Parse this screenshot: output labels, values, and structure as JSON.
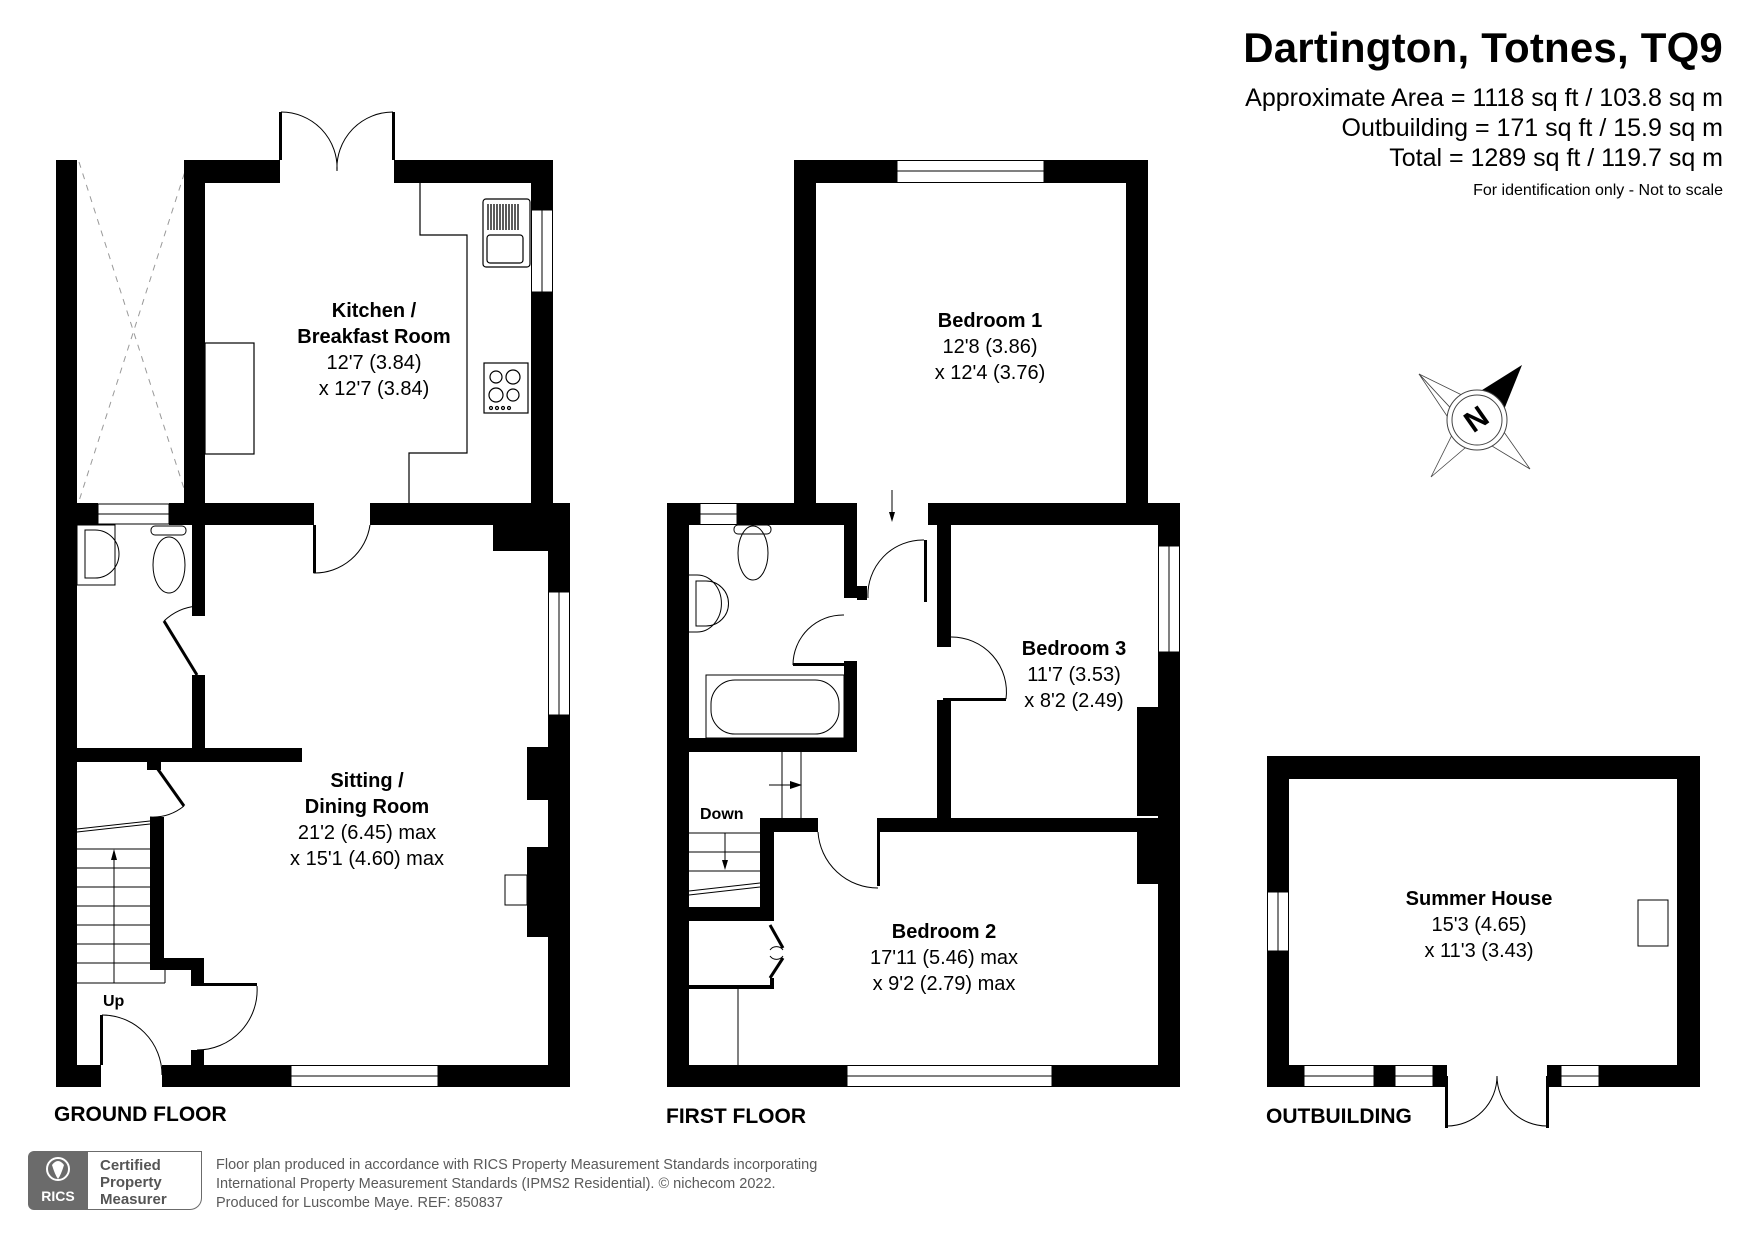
{
  "header": {
    "title": "Dartington, Totnes, TQ9",
    "approximate_area": "Approximate Area = 1118 sq ft / 103.8 sq m",
    "outbuilding_area": "Outbuilding = 171 sq ft / 15.9 sq m",
    "total_area": "Total = 1289 sq ft / 119.7 sq m",
    "disclaimer": "For identification only - Not to scale"
  },
  "compass": {
    "icon": "north-arrow-compass-icon",
    "label": "N"
  },
  "floors": {
    "ground": {
      "label": "GROUND FLOOR",
      "stair_label": "Up",
      "rooms": [
        {
          "name": "Kitchen /",
          "name2": "Breakfast Room",
          "dim1": "12'7 (3.84)",
          "dim2": "x 12'7 (3.84)"
        },
        {
          "name": "Sitting /",
          "name2": "Dining Room",
          "dim1": "21'2 (6.45) max",
          "dim2": "x 15'1 (4.60) max"
        }
      ]
    },
    "first": {
      "label": "FIRST FLOOR",
      "stair_label": "Down",
      "rooms": [
        {
          "name": "Bedroom 1",
          "dim1": "12'8 (3.86)",
          "dim2": "x 12'4 (3.76)"
        },
        {
          "name": "Bedroom 3",
          "dim1": "11'7 (3.53)",
          "dim2": "x 8'2 (2.49)"
        },
        {
          "name": "Bedroom 2",
          "dim1": "17'11 (5.46) max",
          "dim2": "x 9'2 (2.79) max"
        }
      ]
    },
    "outbuilding": {
      "label": "OUTBUILDING",
      "rooms": [
        {
          "name": "Summer House",
          "dim1": "15'3 (4.65)",
          "dim2": "x 11'3 (3.43)"
        }
      ]
    }
  },
  "footer": {
    "badge_org": "RICS",
    "badge_line1": "Certified",
    "badge_line2": "Property",
    "badge_line3": "Measurer",
    "line1": "Floor plan produced in accordance with RICS Property Measurement Standards incorporating",
    "line2": "International Property Measurement Standards (IPMS2 Residential).   © nichecom 2022.",
    "line3": "Produced for Luscombe Maye.   REF:  850837"
  },
  "colors": {
    "wall": "#000000",
    "background": "#ffffff",
    "footer_gray": "#6b6b6b"
  }
}
